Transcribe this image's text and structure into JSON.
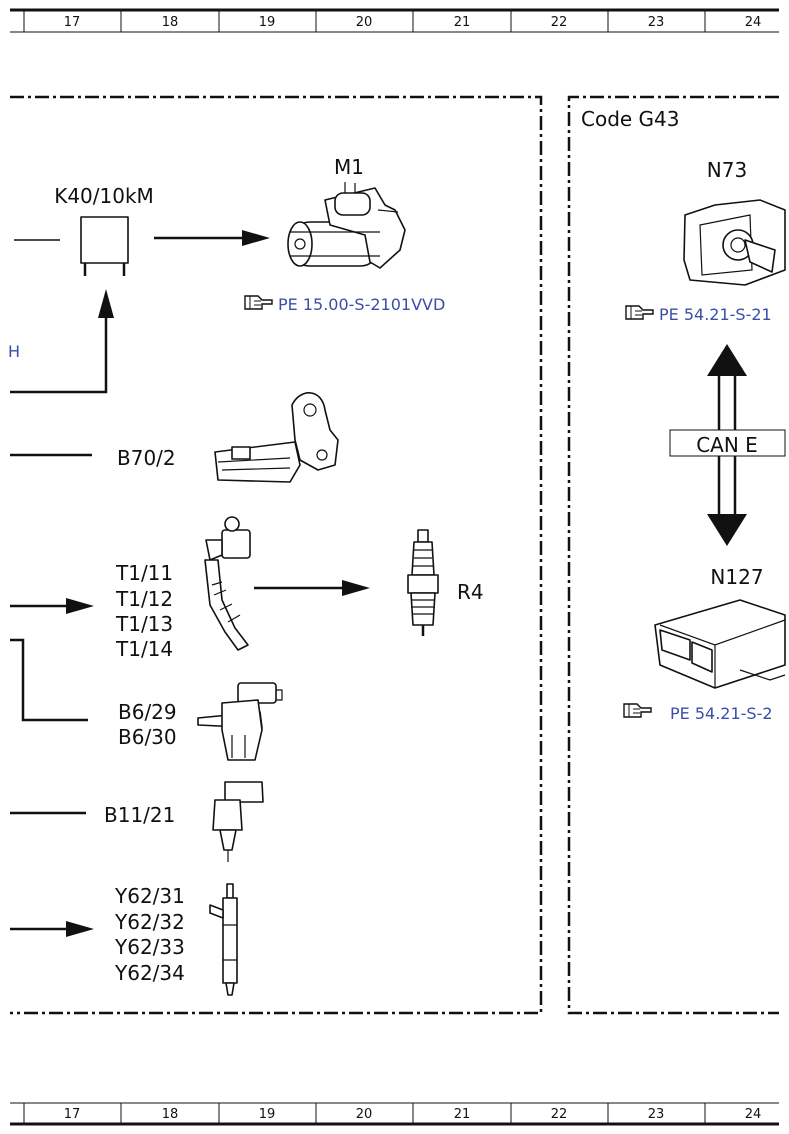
{
  "ruler_top": [
    "17",
    "18",
    "19",
    "20",
    "21",
    "22",
    "23",
    "24"
  ],
  "ruler_bottom": [
    "17",
    "18",
    "19",
    "20",
    "21",
    "22",
    "23",
    "24"
  ],
  "left_panel": {
    "k40_label": "K40/10kM",
    "m1_label": "M1",
    "m1_ref": "PE 15.00-S-2101VVD",
    "cut_label": "H",
    "b70_label": "B70/2",
    "t1_labels": [
      "T1/11",
      "T1/12",
      "T1/13",
      "T1/14"
    ],
    "r4_label": "R4",
    "b6_labels": [
      "B6/29",
      "B6/30"
    ],
    "b11_label": "B11/21",
    "y62_labels": [
      "Y62/31",
      "Y62/32",
      "Y62/33",
      "Y62/34"
    ]
  },
  "right_panel": {
    "code_label": "Code G43",
    "n73_label": "N73",
    "n73_ref": "PE 54.21-S-21",
    "bus_label": "CAN E",
    "n127_label": "N127",
    "n127_ref": "PE 54.21-S-2"
  },
  "icons": {
    "reference": "pointing-hand-icon"
  }
}
